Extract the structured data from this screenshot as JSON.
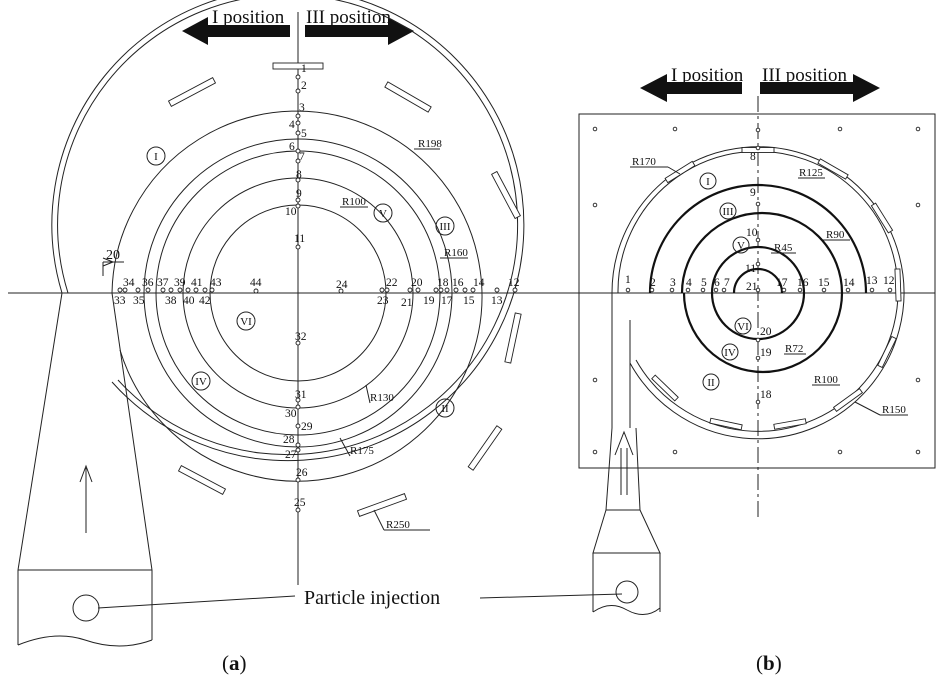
{
  "panel_a": {
    "caption_prefix": "(",
    "caption_letter": "a",
    "caption_suffix": ")",
    "heading_left": "I position",
    "heading_right": "III position",
    "particle_injection": "Particle injection",
    "gap_label": "20",
    "radii": {
      "r100": "R100",
      "r130": "R130",
      "r160": "R160",
      "r175": "R175",
      "r198": "R198",
      "r250": "R250"
    },
    "regions": {
      "I": "I",
      "II": "II",
      "III": "III",
      "IV": "IV",
      "V": "V",
      "VI": "VI"
    },
    "points_top": [
      "1",
      "2",
      "3",
      "4",
      "5",
      "6",
      "7",
      "8",
      "9",
      "10",
      "11"
    ],
    "points_bottom": [
      "25",
      "26",
      "27",
      "28",
      "29",
      "30",
      "31",
      "32"
    ],
    "points_axis_above": [
      "12",
      "14",
      "16",
      "18",
      "20",
      "22",
      "24",
      "34",
      "36",
      "37",
      "39",
      "41",
      "43",
      "44"
    ],
    "points_axis_below": [
      "13",
      "15",
      "17",
      "19",
      "21",
      "23",
      "33",
      "35",
      "38",
      "40",
      "42"
    ]
  },
  "panel_b": {
    "caption_prefix": "(",
    "caption_letter": "b",
    "caption_suffix": ")",
    "heading_left": "I position",
    "heading_right": "III position",
    "radii": {
      "r45": "R45",
      "r72": "R72",
      "r90": "R90",
      "r100": "R100",
      "r125": "R125",
      "r150": "R150",
      "r170": "R170"
    },
    "regions": {
      "I": "I",
      "II": "II",
      "III": "III",
      "IV": "IV",
      "V": "V",
      "VI": "VI"
    },
    "points_axis": [
      "1",
      "2",
      "3",
      "4",
      "5",
      "6",
      "7",
      "12",
      "13",
      "14",
      "15",
      "16",
      "17",
      "21"
    ],
    "points_vertical": [
      "8",
      "9",
      "10",
      "11",
      "18",
      "19",
      "20"
    ]
  }
}
